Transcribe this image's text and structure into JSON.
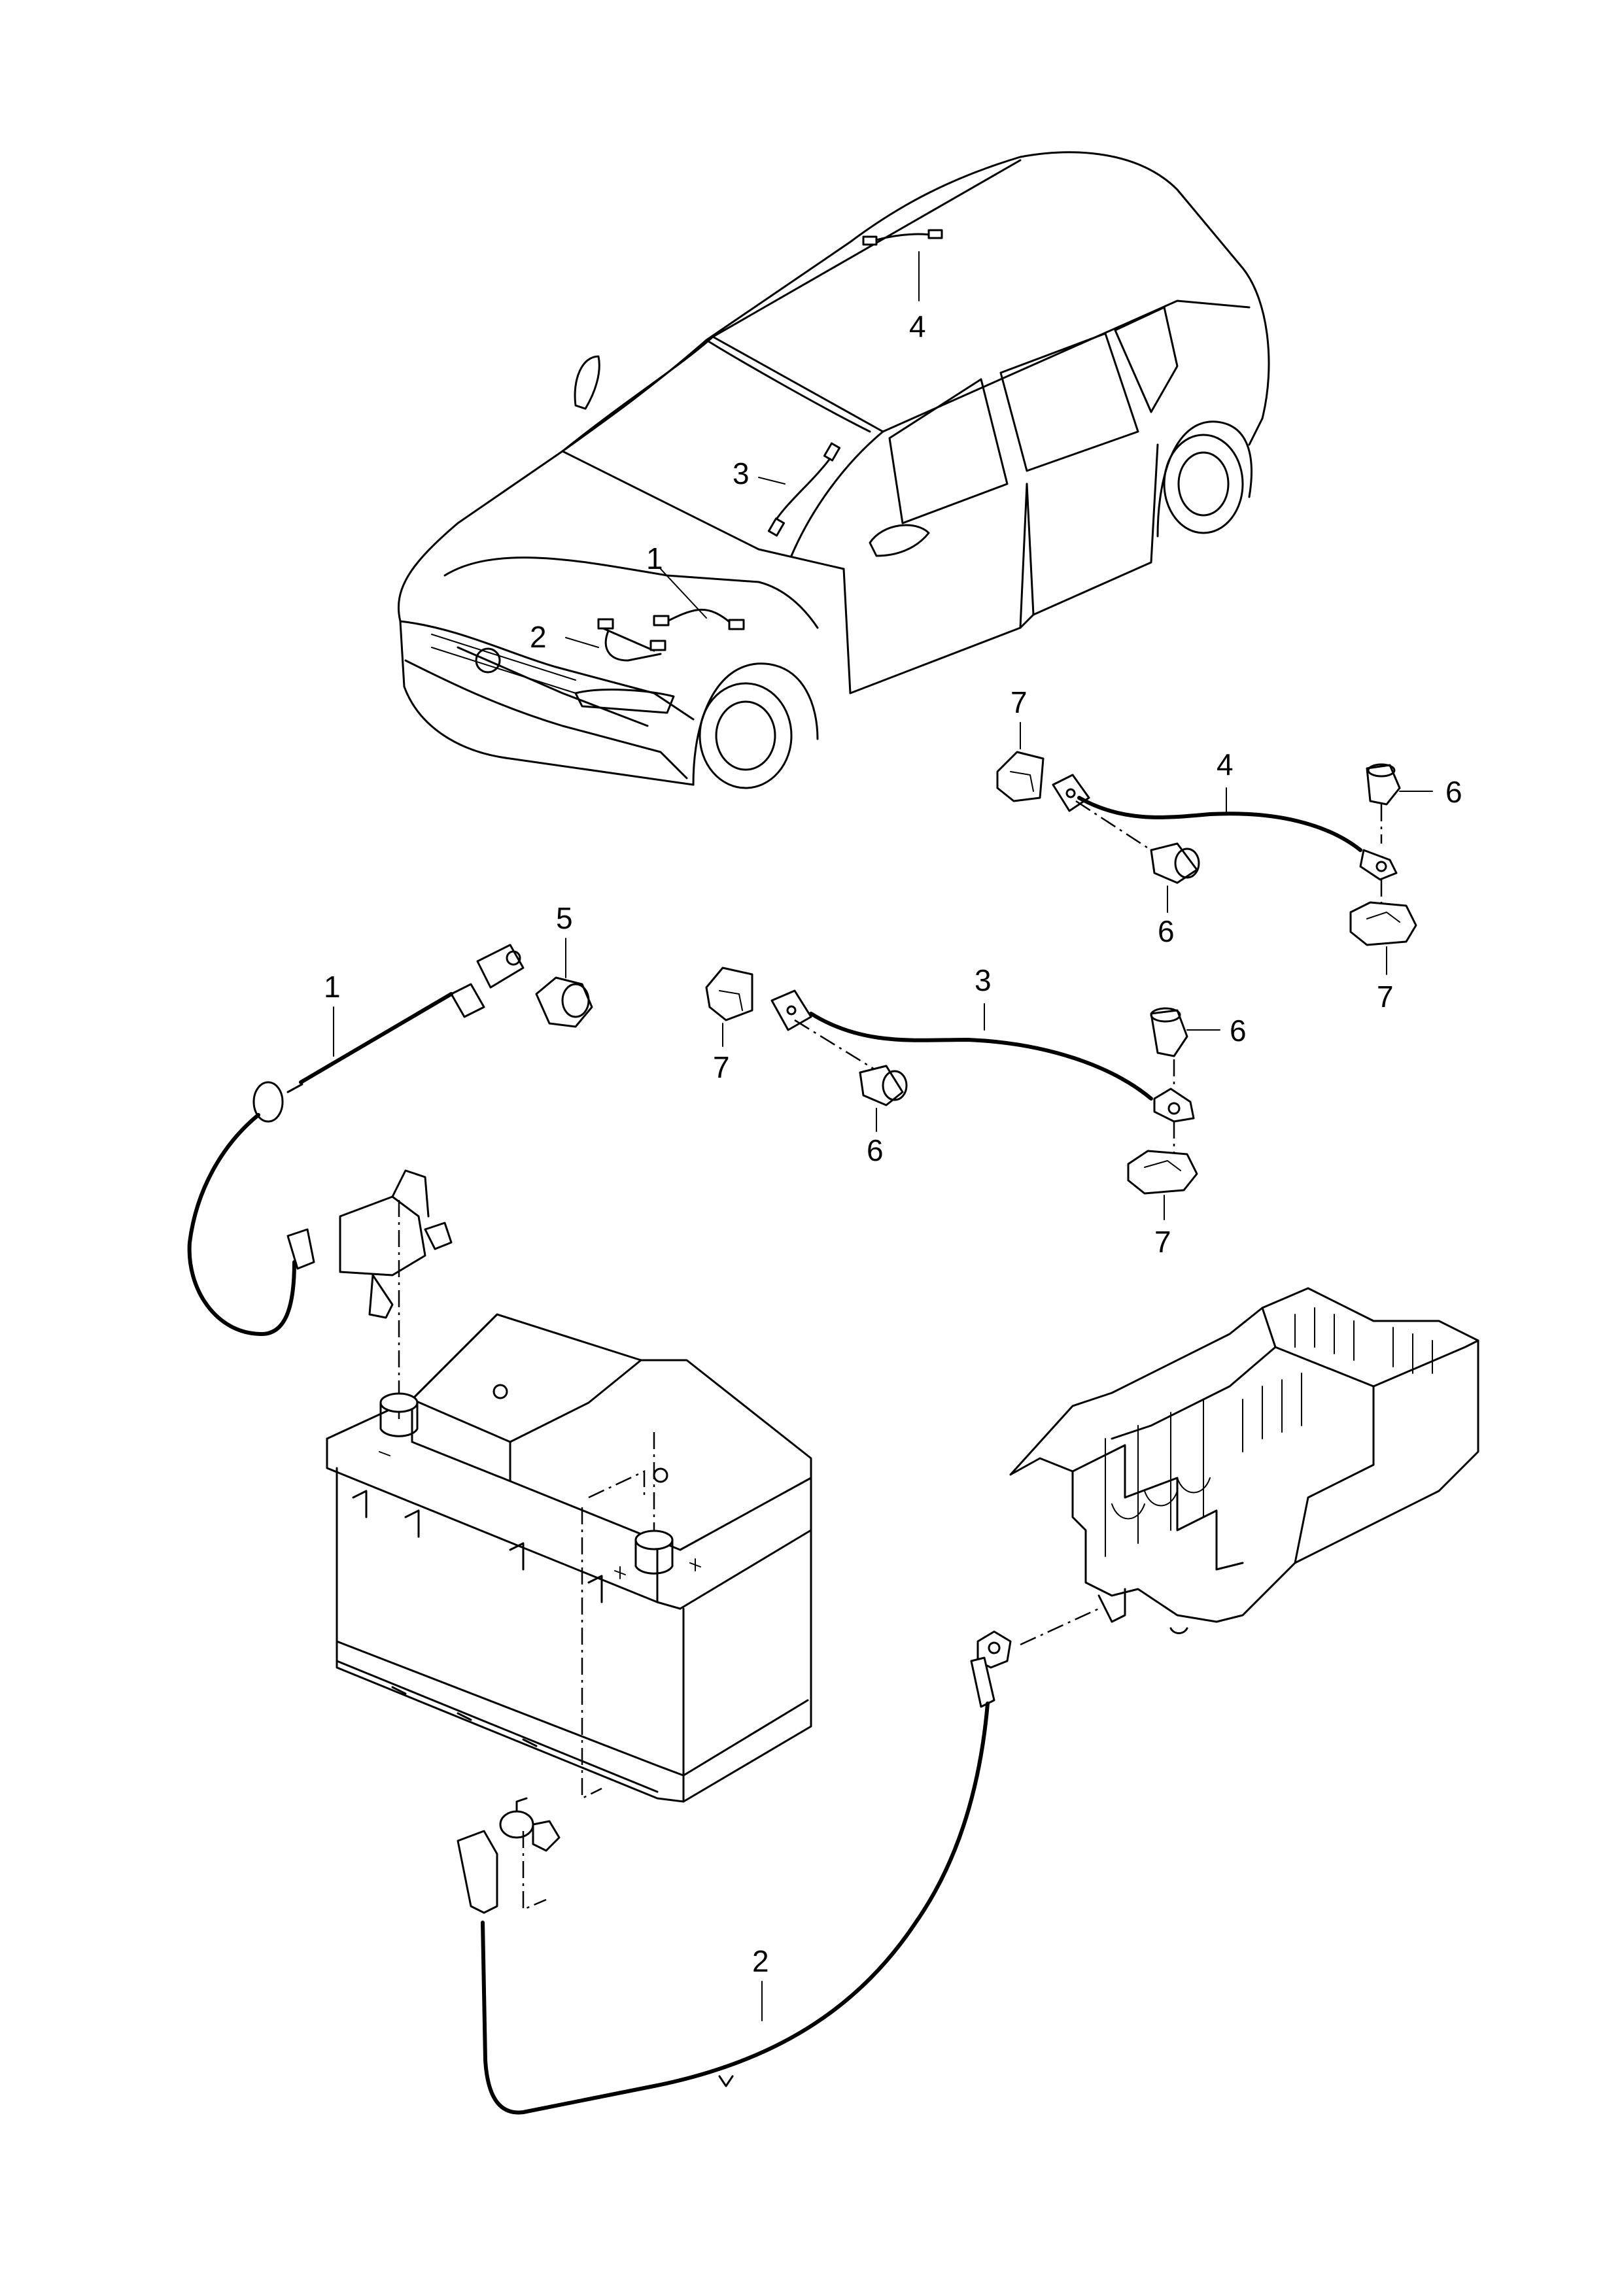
{
  "callouts": {
    "car_1": "1",
    "car_2": "2",
    "car_3": "3",
    "car_4": "4",
    "c4_label": "4",
    "c4_bolt_top": "6",
    "c4_bolt_bottom": "6",
    "c4_clip_left": "7",
    "c4_clip_right": "7",
    "c3_label": "3",
    "c3_bolt_right": "6",
    "c3_bolt_bottom": "6",
    "c3_clip_left": "7",
    "c3_clip_right": "7",
    "c1_label": "1",
    "c1_nut": "5",
    "c2_label": "2"
  },
  "colors": {
    "line": "#000000",
    "background": "#ffffff"
  }
}
